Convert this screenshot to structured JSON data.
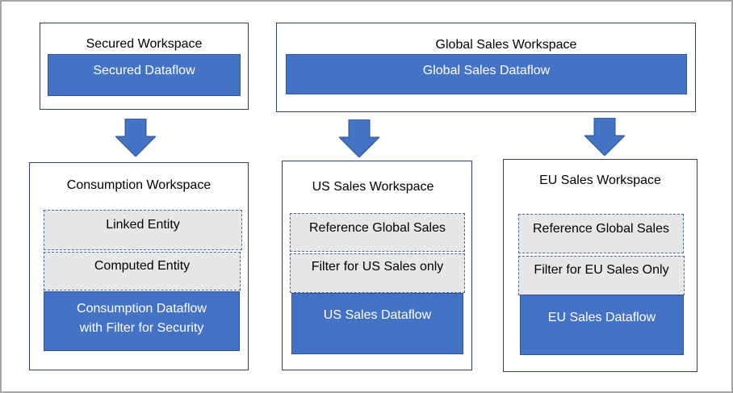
{
  "colors": {
    "box_fill": "#4472c4",
    "step_fill": "#e7e7e7",
    "arrow_fill": "#4472c4",
    "border": "#2f3f6b"
  },
  "workspaces": {
    "secured": {
      "title": "Secured Workspace",
      "dataflow": "Secured Dataflow"
    },
    "global_sales": {
      "title": "Global Sales Workspace",
      "dataflow": "Global Sales Dataflow"
    },
    "consumption": {
      "title": "Consumption Workspace",
      "steps": [
        "Linked Entity",
        "Computed Entity"
      ],
      "dataflow_line1": "Consumption Dataflow",
      "dataflow_line2": "with Filter for Security"
    },
    "us_sales": {
      "title": "US Sales Workspace",
      "steps": [
        "Reference Global Sales",
        "Filter for US Sales only"
      ],
      "dataflow": "US Sales Dataflow"
    },
    "eu_sales": {
      "title": "EU Sales Workspace",
      "steps": [
        "Reference Global Sales",
        "Filter for EU Sales Only"
      ],
      "dataflow": "EU Sales Dataflow"
    }
  },
  "arrows": [
    "arrow-down-icon",
    "arrow-down-icon",
    "arrow-down-icon"
  ]
}
